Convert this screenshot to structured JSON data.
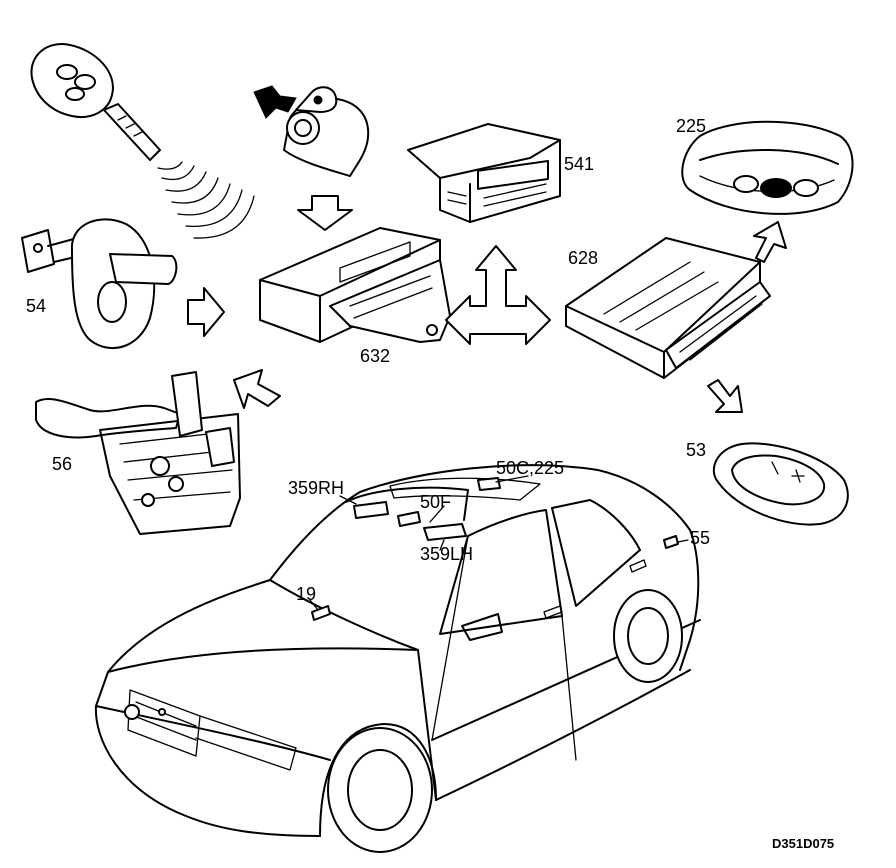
{
  "colors": {
    "background": "#ffffff",
    "line": "#000000"
  },
  "labels": {
    "remote_key": "",
    "l54": "54",
    "l56": "56",
    "l632": "632",
    "l541": "541",
    "l225": "225",
    "l628": "628",
    "l53": "53",
    "l55": "55",
    "l359rh": "359RH",
    "l50f": "50F",
    "l50c225": "50C,225",
    "l359lh": "359LH",
    "l19": "19",
    "drawing_id": "D351D075"
  }
}
